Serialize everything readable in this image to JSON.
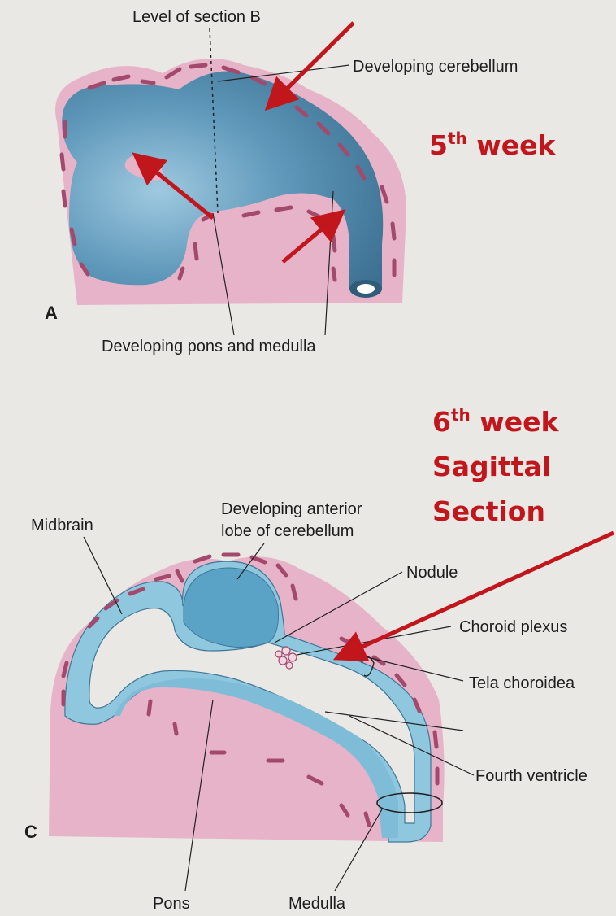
{
  "figure_a": {
    "panel_letter": "A",
    "level_label": "Level of section B",
    "cerebellum_label": "Developing cerebellum",
    "pons_medulla_label": "Developing pons and medulla",
    "week": {
      "num": "5",
      "sup": "th",
      "word": "week"
    }
  },
  "figure_c": {
    "panel_letter": "C",
    "midbrain_label": "Midbrain",
    "anterior_lobe_line1": "Developing anterior",
    "anterior_lobe_line2": "lobe of cerebellum",
    "nodule_label": "Nodule",
    "choroid_plexus_label": "Choroid plexus",
    "tela_label": "Tela choroidea",
    "fourth_ventricle_label": "Fourth ventricle",
    "pons_label": "Pons",
    "medulla_label": "Medulla",
    "week": {
      "num": "6",
      "sup": "th",
      "word": "week",
      "line2": "Sagittal",
      "line3": "Section"
    }
  },
  "colors": {
    "tissue": "#e7b3c8",
    "tube_light": "#8fc7de",
    "tube_dark": "#3f7898",
    "vessel": "#a34a6c",
    "annotation_red": "#c0161c"
  }
}
